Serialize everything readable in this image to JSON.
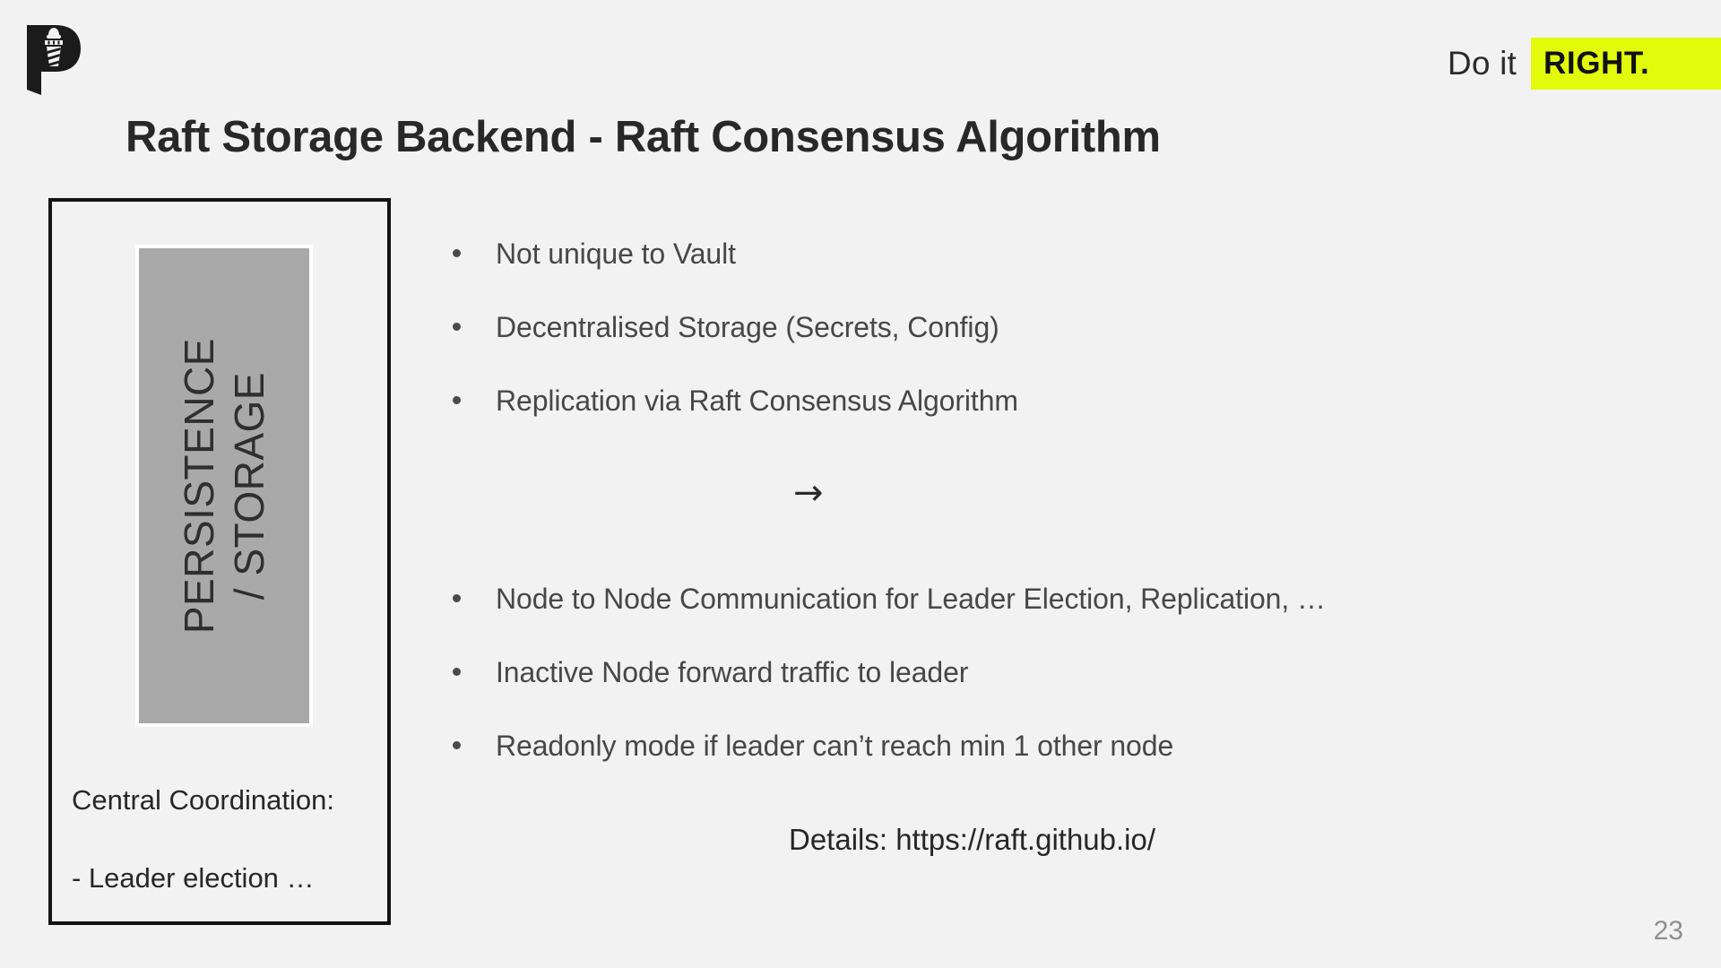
{
  "brand": {
    "logo_icon": "lighthouse-p-logo",
    "tagline_plain": "Do it",
    "tagline_highlight": "RIGHT.",
    "highlight_color": "#e2fb0b"
  },
  "slide": {
    "title": "Raft Storage Backend - Raft Consensus Algorithm",
    "page_number": "23"
  },
  "left_panel": {
    "storage_label_line1": "PERSISTENCE",
    "storage_label_line2": "/ STORAGE",
    "note_line1": "Central Coordination:",
    "note_line2": "- Leader election …",
    "box_fill_color": "#a9a9a9",
    "border_color": "#141414"
  },
  "content": {
    "bullets_top": [
      {
        "text": "Not unique to Vault"
      },
      {
        "text": "Decentralised Storage (Secrets, Config)"
      },
      {
        "text": "Replication via Raft Consensus Algorithm"
      }
    ],
    "arrow_glyph": "→",
    "bullets_bottom": [
      {
        "text": "Node to Node Communication for Leader Election, Replication, …"
      },
      {
        "text": "Inactive Node forward traffic to leader"
      },
      {
        "text": "Readonly mode if leader can’t reach min 1 other node"
      }
    ],
    "details_line": "Details: https://raft.github.io/"
  }
}
